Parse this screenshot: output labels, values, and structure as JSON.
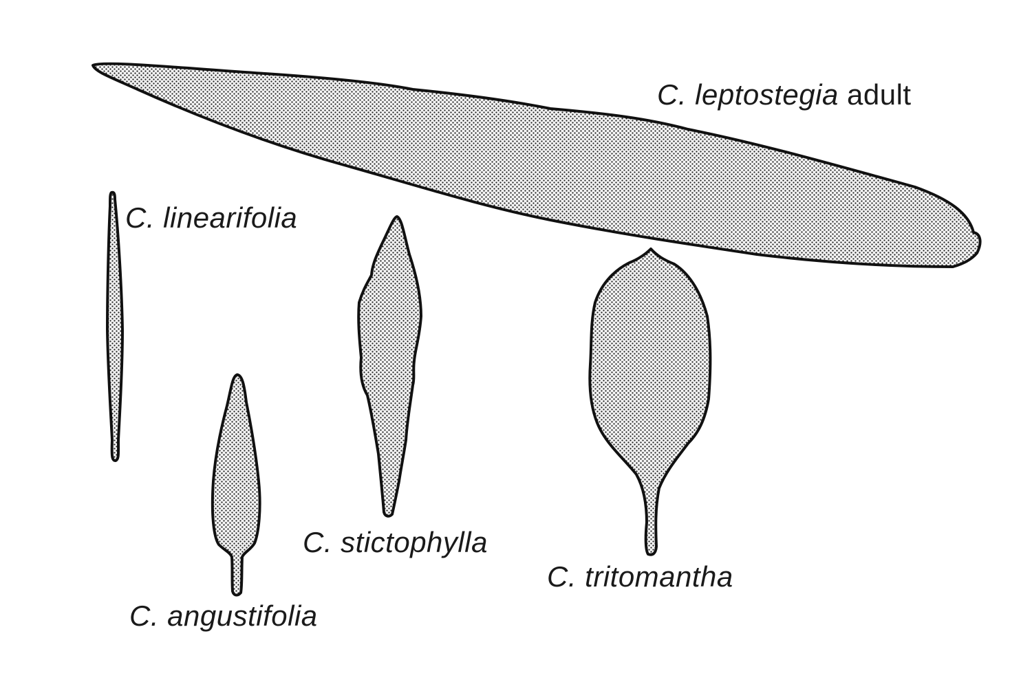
{
  "figure": {
    "type": "botanical leaf shape comparison",
    "background": "#ffffff",
    "fill_pattern": "stipple-dots",
    "outline_color": "#111111",
    "leaves": [
      {
        "id": "leptostegia",
        "genus": "C.",
        "species": "leptostegia",
        "suffix": "adult",
        "shape": "very long narrow linear-lanceolate, diagonal"
      },
      {
        "id": "linearifolia",
        "genus": "C.",
        "species": "linearifolia",
        "suffix": "",
        "shape": "needle-like linear"
      },
      {
        "id": "stictophylla",
        "genus": "C.",
        "species": "stictophylla",
        "suffix": "",
        "shape": "lanceolate, undulate margin"
      },
      {
        "id": "angustifolia",
        "genus": "C.",
        "species": "angustifolia",
        "suffix": "",
        "shape": "narrow lanceolate with petiole"
      },
      {
        "id": "tritomantha",
        "genus": "C.",
        "species": "tritomantha",
        "suffix": "",
        "shape": "elliptic-ovate with long petiole"
      }
    ]
  }
}
